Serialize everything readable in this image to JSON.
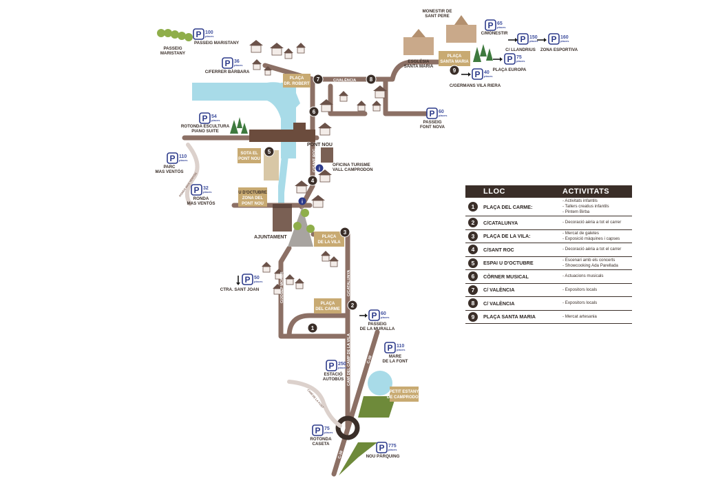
{
  "colors": {
    "road": "#8c7065",
    "square": "#c8aa72",
    "river": "#a8dbe8",
    "parking": "#2c3a8a",
    "legend_header": "#3a2e28",
    "green": "#6e8a3a"
  },
  "map": {
    "parkings": [
      {
        "id": "maristany",
        "num": "100",
        "unit": "places",
        "name": "PASSEIG MARISTANY"
      },
      {
        "id": "ferrer",
        "num": "36",
        "unit": "places",
        "name": "C/FERRER BÀRBARA"
      },
      {
        "id": "rotonda",
        "num": "54",
        "unit": "places",
        "name": "ROTONDA ESCULTURA\nPIANO SUITE"
      },
      {
        "id": "parc",
        "num": "110",
        "unit": "places",
        "name": "PARC\nMAS VENTÓS"
      },
      {
        "id": "ronda",
        "num": "32",
        "unit": "places",
        "name": "RONDA\nMAS VENTÓS"
      },
      {
        "id": "ctra",
        "num": "50",
        "unit": "places",
        "name": "CTRA. SANT JOAN"
      },
      {
        "id": "muralla",
        "num": "60",
        "unit": "places",
        "name": "PASSEIG\nDE LA MURALLA"
      },
      {
        "id": "estacio",
        "num": "250",
        "unit": "places",
        "name": "ESTACIÓ\nAUTOBÚS"
      },
      {
        "id": "mare",
        "num": "110",
        "unit": "places",
        "name": "MARE\nDE LA FONT"
      },
      {
        "id": "caseta",
        "num": "75",
        "unit": "places",
        "name": "ROTONDA\nCASETA"
      },
      {
        "id": "nou",
        "num": "775",
        "unit": "places",
        "name": "NOU PÀRQUING"
      },
      {
        "id": "fontnova",
        "num": "60",
        "unit": "places",
        "name": "PASSEIG\nFONT NOVA"
      },
      {
        "id": "monestir",
        "num": "65",
        "unit": "places",
        "name": "C/MONESTIR"
      },
      {
        "id": "llandrius",
        "num": "150",
        "unit": "places",
        "name": "C/ LLANDRIUS"
      },
      {
        "id": "esportiva",
        "num": "160",
        "unit": "places",
        "name": "ZONA ESPORTIVA"
      },
      {
        "id": "europa",
        "num": "75",
        "unit": "places",
        "name": "PLAÇA EUROPA"
      },
      {
        "id": "germans",
        "num": "40",
        "unit": "places",
        "name": "C/GERMANS VILA RIERA"
      }
    ],
    "squares": {
      "robert": "PLAÇA\nDR. ROBERT",
      "sota": "SOTA EL\nPONT NOU",
      "uoctubre_top": "U D'OCTUBRE",
      "zona": "ZONA DEL\nPONT NOU",
      "vila": "PLAÇA\nDE LA VILA",
      "carme": "PLAÇA\nDEL CARME",
      "santamaria": "PLAÇA\nSANTA MARIA",
      "estany": "PETIT ESTANY\nDE CAMPRODON"
    },
    "labels": {
      "pont_nou": "PONT NOU",
      "oficina": "OFICINA TURISME\nVALL CAMPRODON",
      "ajuntament": "AJUNTAMENT",
      "esglesia": "ESGLÉSIA\nSANTA MARIA",
      "monestir": "MONESTIR DE\nSANT PERE",
      "passeig_maristany": "PASSEIG\nMARISTANY",
      "c_valencia": "C/VALÈNCIA",
      "c_sant_roc": "C/SANT ROC",
      "c_josep_morer": "C/JOSEP MORER",
      "c_catalunya": "C/CATALUNYA",
      "cami_camp": "CAMÍ DEL CAMP DE LA VILA",
      "c38_top": "C-38",
      "c38_bottom": "C-38",
      "cami_left": "CAMÍ DE LA FONT",
      "ronda_road": "RONDA MAS VENTÓS",
      "info": "i"
    },
    "markers": [
      "1",
      "2",
      "3",
      "4",
      "5",
      "6",
      "7",
      "8",
      "9"
    ]
  },
  "legend": {
    "col_place": "LLOC",
    "col_activities": "ACTIVITATS",
    "rows": [
      {
        "num": "1",
        "place": "PLAÇA DEL CARME:",
        "activities": [
          "- Activitats infantils",
          "- Tallers creatius infantils",
          "- Pintem Birba"
        ]
      },
      {
        "num": "2",
        "place": "C/CATALUNYA",
        "activities": [
          "- Decoració aèria a tot el carrer"
        ]
      },
      {
        "num": "3",
        "place": "PLAÇA DE LA VILA:",
        "activities": [
          "- Mercat de galetes",
          "- Exposició màquines i capses"
        ]
      },
      {
        "num": "4",
        "place": "C/SANT ROC",
        "activities": [
          "- Decoració aèria a tot el carrer"
        ]
      },
      {
        "num": "5",
        "place": "ESPAI U D'OCTUBRE",
        "activities": [
          "- Escenari amb els concerts",
          "- Showcooking Ada Parellada"
        ]
      },
      {
        "num": "6",
        "place": "CÒRNER MUSICAL",
        "activities": [
          "- Actuacions musicals"
        ]
      },
      {
        "num": "7",
        "place": "C/ VALÈNCIA",
        "activities": [
          "- Expositors locals"
        ]
      },
      {
        "num": "8",
        "place": "C/ VALÈNCIA",
        "activities": [
          "- Expositors locals"
        ]
      },
      {
        "num": "9",
        "place": "PLAÇA SANTA MARIA",
        "activities": [
          "- Mercat artesania"
        ]
      }
    ]
  }
}
